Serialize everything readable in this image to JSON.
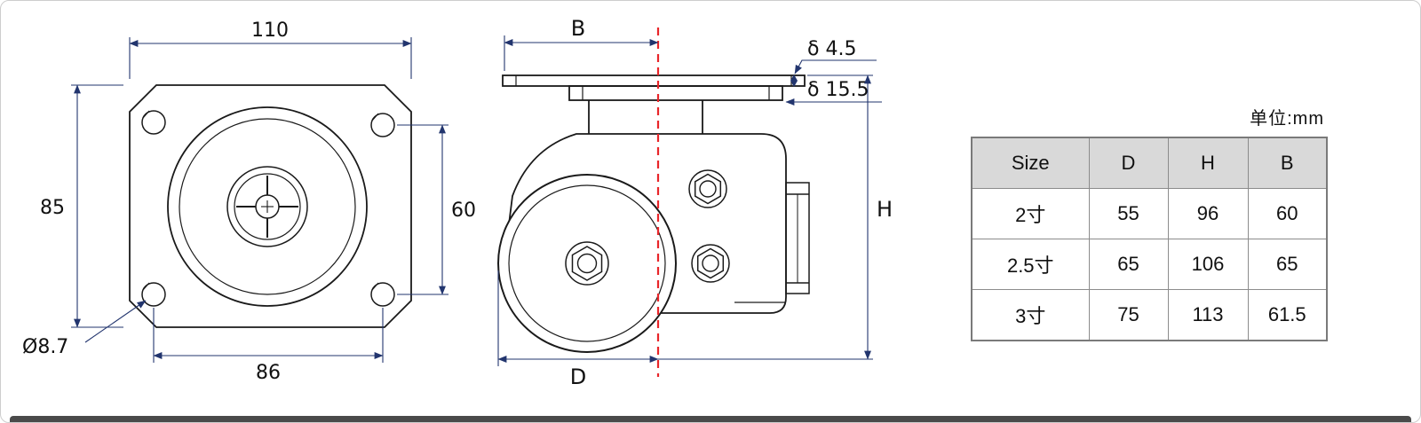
{
  "sheet": {
    "unit_label": "单位:mm"
  },
  "top_view": {
    "dim_width_top": "110",
    "dim_height_left": "85",
    "dim_height_right": "60",
    "dim_width_bottom": "86",
    "dim_hole_diameter": "Ø8.7"
  },
  "side_view": {
    "dim_plate_width": "B",
    "dim_plate_thickness": "δ 4.5",
    "dim_flange_thickness": "δ 15.5",
    "dim_overall_height": "H",
    "dim_wheel_diameter": "D"
  },
  "spec_table": {
    "headers": [
      "Size",
      "D",
      "H",
      "B"
    ],
    "rows": [
      [
        "2寸",
        "55",
        "96",
        "60"
      ],
      [
        "2.5寸",
        "65",
        "106",
        "65"
      ],
      [
        "3寸",
        "75",
        "113",
        "61.5"
      ]
    ]
  },
  "colors": {
    "centerline_red": "#e8262a",
    "dimension_line": "#22356e",
    "geometry_line": "#1a1a1a",
    "table_header_bg": "#d9d9d9"
  }
}
